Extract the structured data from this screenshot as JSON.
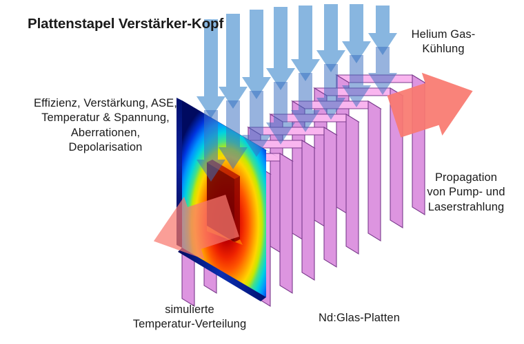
{
  "figure": {
    "title": "Plattenstapel Verstärker-Kopf",
    "background_color": "#ffffff",
    "text_color": "#1a1a1a"
  },
  "labels": {
    "left_metrics": "Effizienz, Verstärkung, ASE,\nTemperatur & Spannung,\nAberrationen,\nDepolarisation",
    "helium_cooling": "Helium Gas-\nKühlung",
    "propagation": "Propagation\nvon Pump- und\nLaserstrahlung",
    "thermal_sim": "simulierte\nTemperatur-Verteilung",
    "plates": "Nd:Glas-Platten"
  },
  "colors": {
    "plate_top_face": "#f9b5ef",
    "plate_side_face": "#dd95e0",
    "plate_edge": "#7a3b8c",
    "plate_gap": "#fdf2fb",
    "helium_arrow": "#5b9bd5",
    "beam_arrow": "#f8786f",
    "title_text": "#1a1a1a"
  },
  "diagram": {
    "plate_count": 8,
    "helium_arrow_count": 8,
    "beam_arrow_count": 2,
    "beam_arrow_directions": [
      "left-down",
      "right-up"
    ],
    "helium_arrow_direction": "down",
    "heatmap_colormap": "jet",
    "heatmap_description": "simulated temperature distribution on front plate face"
  }
}
